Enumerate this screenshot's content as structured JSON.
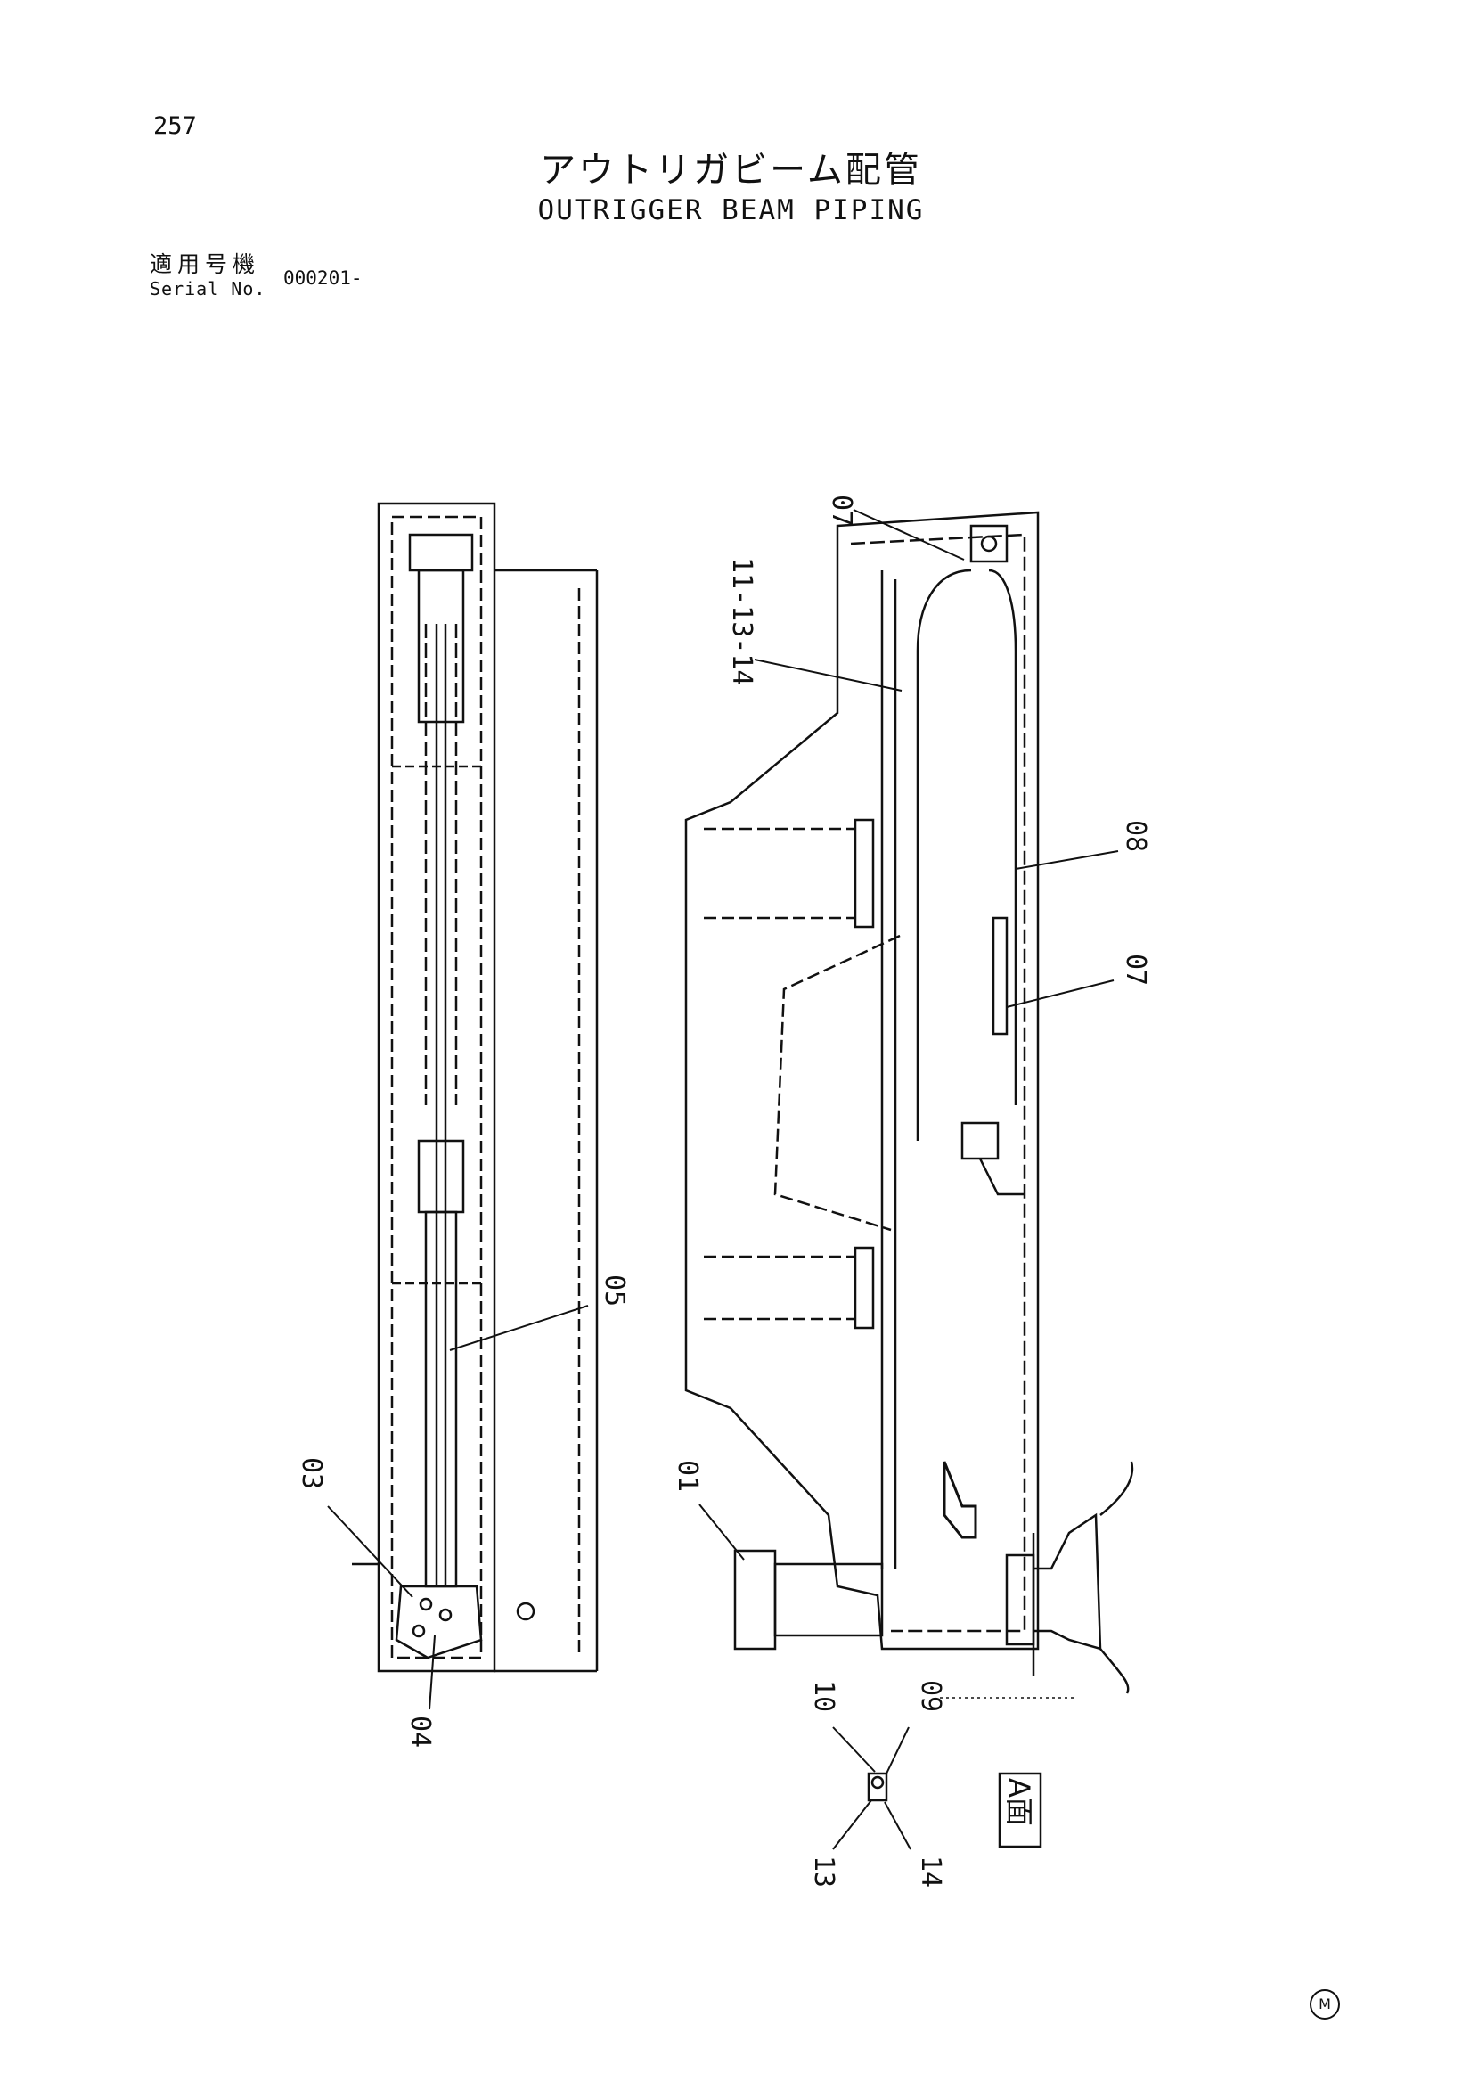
{
  "page_number": "257",
  "title_jp": "アウトリガビーム配管",
  "title_en": "OUTRIGGER BEAM PIPING",
  "serial": {
    "label_jp": "適用号機",
    "label_en": "Serial No.",
    "value": "000201-"
  },
  "view_label": "A面",
  "callouts": [
    {
      "id": "c07a",
      "text": "07"
    },
    {
      "id": "c111314",
      "text": "11-13-14"
    },
    {
      "id": "c08",
      "text": "08"
    },
    {
      "id": "c07b",
      "text": "07"
    },
    {
      "id": "c05",
      "text": "05"
    },
    {
      "id": "c03",
      "text": "03"
    },
    {
      "id": "c04",
      "text": "04"
    },
    {
      "id": "c01",
      "text": "01"
    },
    {
      "id": "c10",
      "text": "10"
    },
    {
      "id": "c09",
      "text": "09"
    },
    {
      "id": "c13",
      "text": "13"
    },
    {
      "id": "c14",
      "text": "14"
    }
  ],
  "corner_mark": "M"
}
